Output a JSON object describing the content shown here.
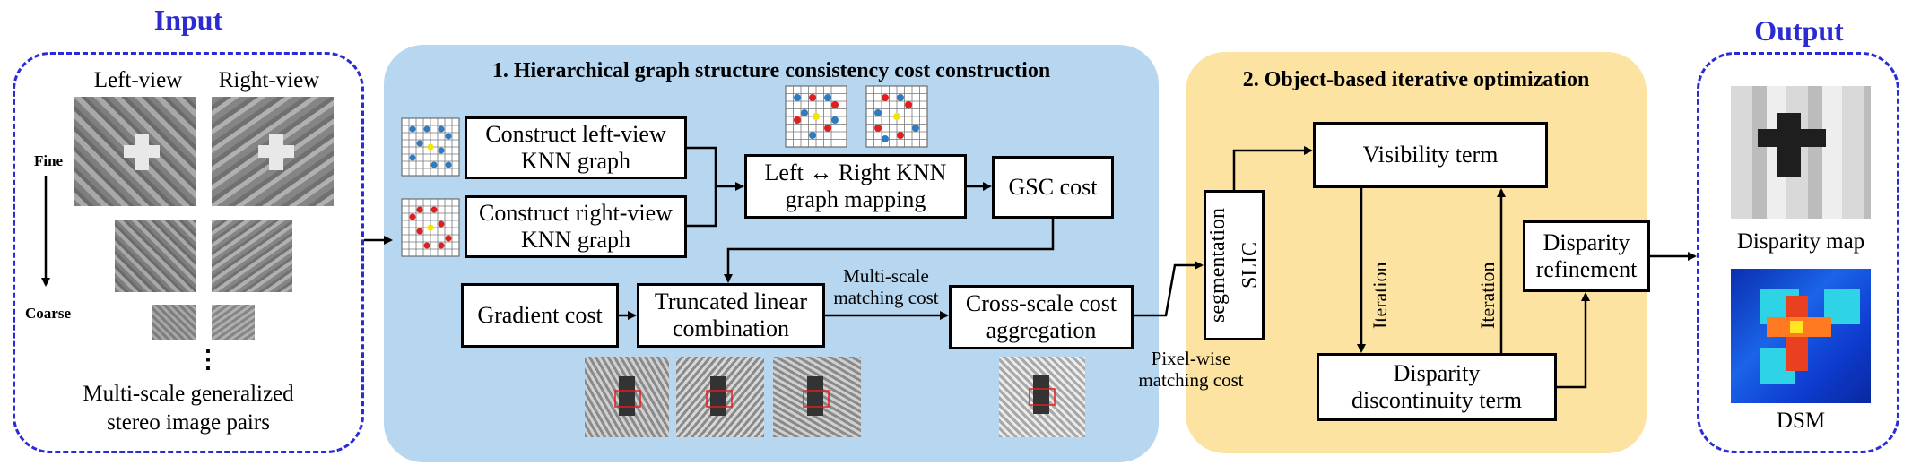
{
  "input": {
    "title": "Input",
    "left_view": "Left-view",
    "right_view": "Right-view",
    "fine": "Fine",
    "coarse": "Coarse",
    "ellipsis": "⋮",
    "caption_line1": "Multi-scale generalized",
    "caption_line2": "stereo image pairs"
  },
  "stage1": {
    "title": "1. Hierarchical graph structure consistency cost construction",
    "left_graph_l1": "Construct left-view",
    "left_graph_l2": "KNN graph",
    "right_graph_l1": "Construct right-view",
    "right_graph_l2": "KNN graph",
    "mapping_l1": "Left ↔ Right KNN",
    "mapping_l2": "graph mapping",
    "gsc": "GSC cost",
    "gradient": "Gradient cost",
    "truncated_l1": "Truncated linear",
    "truncated_l2": "combination",
    "multiscale_l1": "Multi-scale",
    "multiscale_l2": "matching cost",
    "cross_l1": "Cross-scale cost",
    "cross_l2": "aggregation",
    "pixelwise_l1": "Pixel-wise",
    "pixelwise_l2": "matching cost"
  },
  "stage2": {
    "title": "2. Object-based iterative optimization",
    "slic_l1": "SLIC",
    "slic_l2": "segmentation",
    "visibility": "Visibility term",
    "iteration_left": "Iteration",
    "iteration_right": "Iteration",
    "disc_l1": "Disparity",
    "disc_l2": "discontinuity term",
    "refine_l1": "Disparity",
    "refine_l2": "refinement"
  },
  "output": {
    "title": "Output",
    "disparity_map": "Disparity map",
    "dsm": "DSM"
  },
  "colors": {
    "blue_panel": "#b7d6ef",
    "yellow_panel": "#fde3a1",
    "dash_border": "#2a2ad6",
    "title_blue": "#2b2bd1",
    "node_blue": "#2f7bbf",
    "node_red": "#e02020",
    "node_yellow": "#f2e600"
  }
}
